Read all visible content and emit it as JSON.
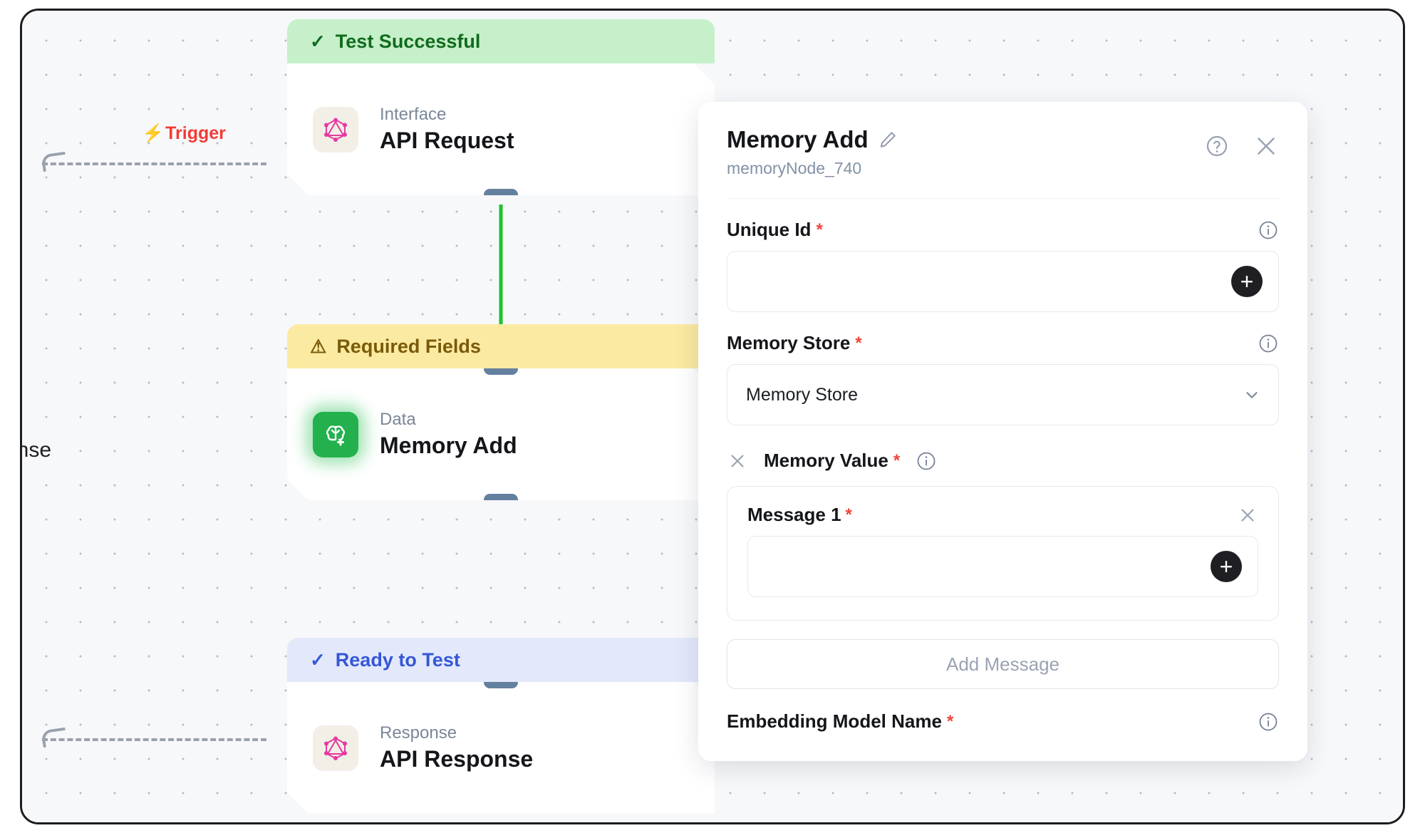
{
  "canvas": {
    "trigger_label": "Trigger",
    "trigger_icon": "lightning-bolt-icon",
    "left_clipped_text": "onse"
  },
  "nodes": [
    {
      "banner_label": "Test Successful",
      "banner_icon": "check-icon",
      "banner_style": "green",
      "kind": "Interface",
      "title": "API Request",
      "icon": "graphql-icon"
    },
    {
      "banner_label": "Required Fields",
      "banner_icon": "warning-triangle-icon",
      "banner_style": "yellow",
      "kind": "Data",
      "title": "Memory Add",
      "icon": "brain-plus-icon",
      "selected": true
    },
    {
      "banner_label": "Ready to Test",
      "banner_icon": "check-icon",
      "banner_style": "blue",
      "kind": "Response",
      "title": "API Response",
      "icon": "graphql-icon"
    }
  ],
  "panel": {
    "title": "Memory Add",
    "edit_icon": "pencil-icon",
    "subtitle": "memoryNode_740",
    "help_icon": "help-circle-icon",
    "close_icon": "close-icon",
    "fields": [
      {
        "label": "Unique Id",
        "required": "*",
        "info_icon": "info-icon",
        "value": "",
        "placeholder": "",
        "add_icon": "plus-icon"
      },
      {
        "label": "Memory Store",
        "required": "*",
        "info_icon": "info-icon",
        "selected_option": "Memory Store",
        "chevron_icon": "chevron-down-icon"
      }
    ],
    "memory_value": {
      "remove_icon": "close-icon",
      "label": "Memory Value",
      "required": "*",
      "info_icon": "info-icon",
      "messages": [
        {
          "label": "Message 1",
          "required": "*",
          "remove_icon": "close-icon",
          "value": "",
          "add_icon": "plus-icon"
        }
      ],
      "add_message_label": "Add Message"
    },
    "cut_field": {
      "label": "Embedding Model Name",
      "required": "*",
      "info_icon": "info-icon"
    }
  },
  "colors": {
    "trigger_red": "#f23b35",
    "success_green_bg": "#c6f0c9",
    "success_green_text": "#116b1e",
    "warning_yellow_bg": "#fbeaa2",
    "warning_yellow_text": "#7a5a08",
    "ready_blue_bg": "#e3e9fb",
    "ready_blue_text": "#3557d6",
    "edge_green": "#1fc22c",
    "handle_slate": "#64809f",
    "memory_icon_green": "#22b14c",
    "graphql_pink": "#e53aa0",
    "required_red": "#f2433a"
  }
}
